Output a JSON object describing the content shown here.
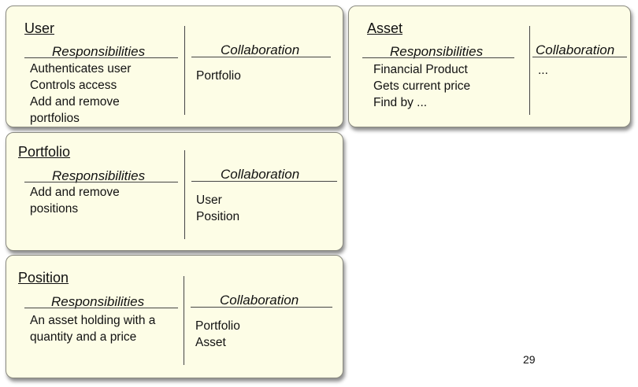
{
  "labels": {
    "responsibilities": "Responsibilities",
    "collaboration": "Collaboration"
  },
  "cards": {
    "user": {
      "title": "User",
      "responsibilities": [
        "Authenticates user",
        "Controls access",
        "Add and remove",
        "portfolios"
      ],
      "collaboration": [
        "Portfolio"
      ]
    },
    "asset": {
      "title": "Asset",
      "responsibilities": [
        "Financial Product",
        "Gets current price",
        "Find by ..."
      ],
      "collaboration": [
        "..."
      ]
    },
    "portfolio": {
      "title": "Portfolio",
      "responsibilities": [
        "Add and remove",
        "positions"
      ],
      "collaboration": [
        "User",
        "Position"
      ]
    },
    "position": {
      "title": "Position",
      "responsibilities": [
        "An asset holding with a",
        "quantity and a price"
      ],
      "collaboration": [
        "Portfolio",
        "Asset"
      ]
    }
  },
  "page_number": "29"
}
